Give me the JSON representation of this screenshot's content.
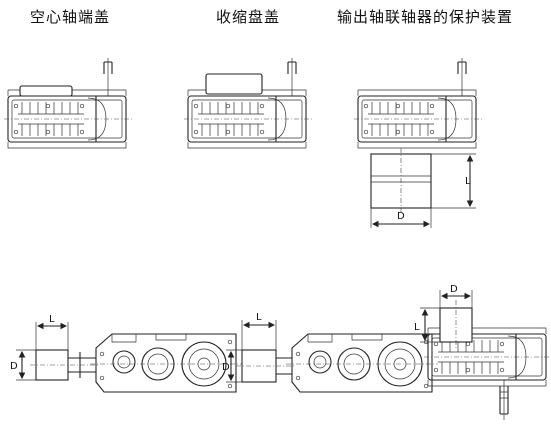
{
  "captions": {
    "hollow_shaft_end_cover": "空心轴端盖",
    "shrink_disc_cover": "收缩盘盖",
    "output_shaft_coupling_guard": "输出轴联轴器的保护装置"
  },
  "dimension_labels": {
    "length": "L",
    "diameter": "D"
  }
}
